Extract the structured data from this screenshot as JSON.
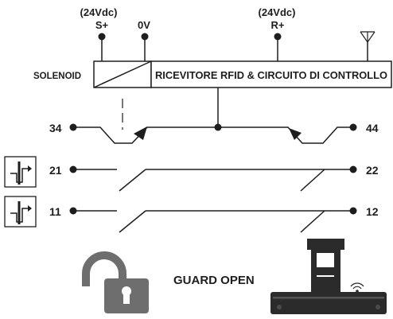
{
  "supply": {
    "s_plus": {
      "volt": "(24Vdc)",
      "label": "S+"
    },
    "zero_v": {
      "label": "0V"
    },
    "r_plus": {
      "volt": "(24Vdc)",
      "label": "R+"
    }
  },
  "solenoid": {
    "label": "SOLENOID"
  },
  "controller": {
    "label": "RICEVITORE RFID & CIRCUITO DI CONTROLLO"
  },
  "contacts": [
    {
      "left": "34",
      "right": "44"
    },
    {
      "left": "21",
      "right": "22"
    },
    {
      "left": "11",
      "right": "12"
    }
  ],
  "status": {
    "label": "GUARD OPEN"
  },
  "colors": {
    "line": "#1e1e1e",
    "lock": "#6e6e6e",
    "device": "#2b2b2b"
  },
  "icons": [
    "contact-symbol-icon",
    "contact-symbol-icon",
    "unlocked-padlock-icon",
    "antenna-icon",
    "rfid-wireless-icon",
    "safety-switch-device-icon"
  ]
}
